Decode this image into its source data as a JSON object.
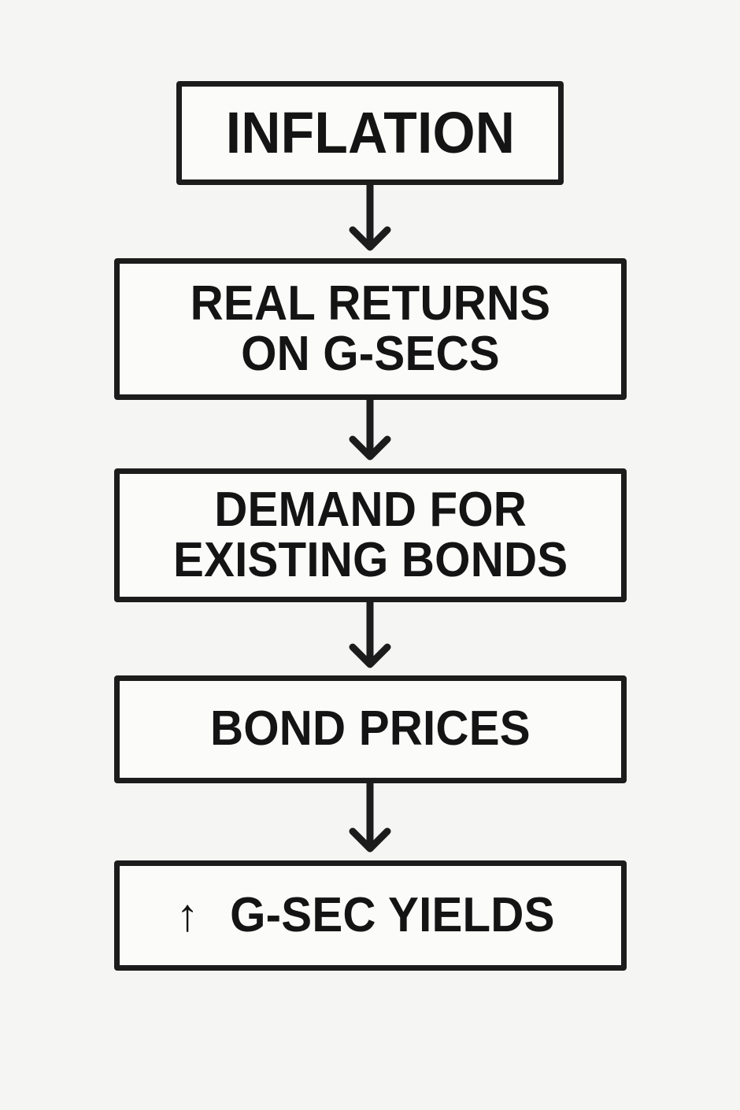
{
  "diagram": {
    "title_text": "",
    "background_color": "#f5f5f3",
    "line_color": "#1c1c1c",
    "text_color": "#141414",
    "box_fill": "#fbfbfa",
    "type": "vertical-flowchart",
    "nodes": [
      {
        "id": "inflation",
        "label": "INFLATION"
      },
      {
        "id": "real-returns",
        "label": "REAL RETURNS\nON G-SECS"
      },
      {
        "id": "demand",
        "label": "DEMAND FOR\nEXISTING BONDS"
      },
      {
        "id": "bond-prices",
        "label": "BOND PRICES"
      },
      {
        "id": "g-sec-yields",
        "label": "G-SEC YIELDS",
        "prefix_icon": "arrow-up-glyph",
        "prefix_glyph": "↑"
      }
    ],
    "edges": [
      {
        "from": "inflation",
        "to": "real-returns",
        "direction": "down"
      },
      {
        "from": "real-returns",
        "to": "demand",
        "direction": "down"
      },
      {
        "from": "demand",
        "to": "bond-prices",
        "direction": "down"
      },
      {
        "from": "bond-prices",
        "to": "g-sec-yields",
        "direction": "down"
      }
    ]
  }
}
